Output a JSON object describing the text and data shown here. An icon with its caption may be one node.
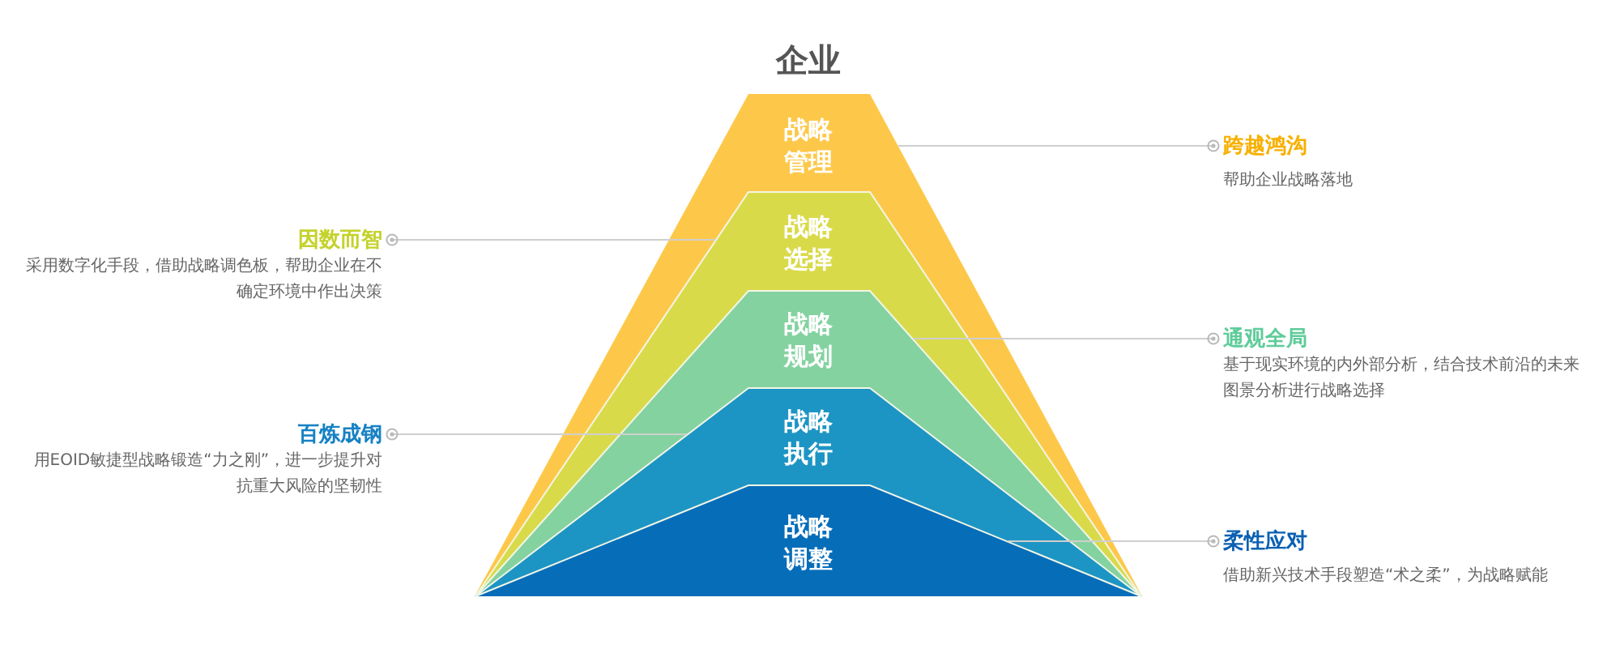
{
  "diagram": {
    "title": "企业",
    "nodes": [
      {
        "text": [
          "战略管理"
        ]
      },
      {
        "text": [
          "战略选择"
        ],
        "in": 0
      },
      {
        "text": [
          "战略规划"
        ],
        "in": 1
      },
      {
        "text": [
          "战略执行"
        ],
        "in": 2
      },
      {
        "text": [
          "战略调整"
        ],
        "in": 3
      },
      {
        "text": [
          "跨越鸿沟",
          "帮助企业战略落地"
        ]
      },
      {
        "text": [
          "因数而智",
          "采用数字化手段，借助战略调色板，帮助企业在不确定环境中作出决策"
        ]
      },
      {
        "text": [
          "通观全局",
          "基于现实环境的内外部分析，结合技术前沿的未来图景分析进行战略选择"
        ]
      },
      {
        "text": [
          "百炼成钢",
          "用EOID敏捷型战略锻造“力之刚”，进一步提升对抗重大风险的坚韧性"
        ]
      },
      {
        "text": [
          "柔性应对",
          "借助新兴技术手段塑造“术之柔”，为战略赋能"
        ]
      }
    ],
    "edges": [
      {
        "from": 5,
        "to": 0,
        "arrow": "other"
      },
      {
        "from": 6,
        "to": 1,
        "arrow": "other"
      },
      {
        "from": 7,
        "to": 2,
        "arrow": "other"
      },
      {
        "from": 8,
        "to": 3,
        "arrow": "other"
      },
      {
        "from": 9,
        "to": 4,
        "arrow": "other"
      }
    ]
  }
}
